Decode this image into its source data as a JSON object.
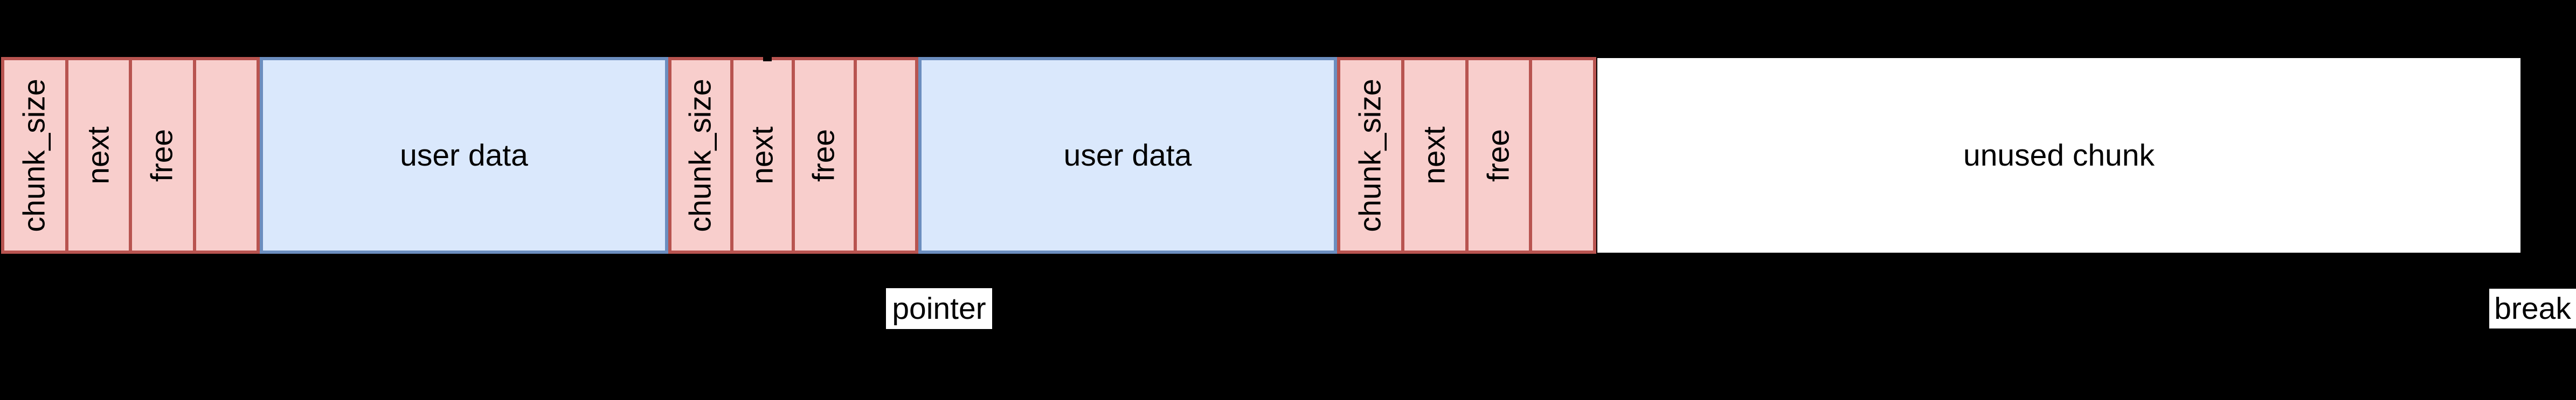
{
  "diagram": {
    "description": "heap memory chunk layout",
    "colors": {
      "background": "#000000",
      "header_fill": "#f8cecc",
      "header_stroke": "#b85450",
      "data_fill": "#dae8fc",
      "data_stroke": "#6c8ebf",
      "unused_fill": "#ffffff",
      "label_bg": "#ffffff",
      "text": "#000000"
    },
    "chunk_headers": [
      {
        "fields": [
          "chunk_size",
          "next",
          "free",
          ""
        ]
      },
      {
        "fields": [
          "chunk_size",
          "next",
          "free",
          ""
        ]
      },
      {
        "fields": [
          "chunk_size",
          "next",
          "free",
          ""
        ]
      }
    ],
    "data_regions": [
      {
        "label": "user data"
      },
      {
        "label": "user data"
      },
      {
        "label": "unused chunk"
      }
    ],
    "annotations": {
      "pointer": "pointer",
      "break": "break"
    }
  }
}
